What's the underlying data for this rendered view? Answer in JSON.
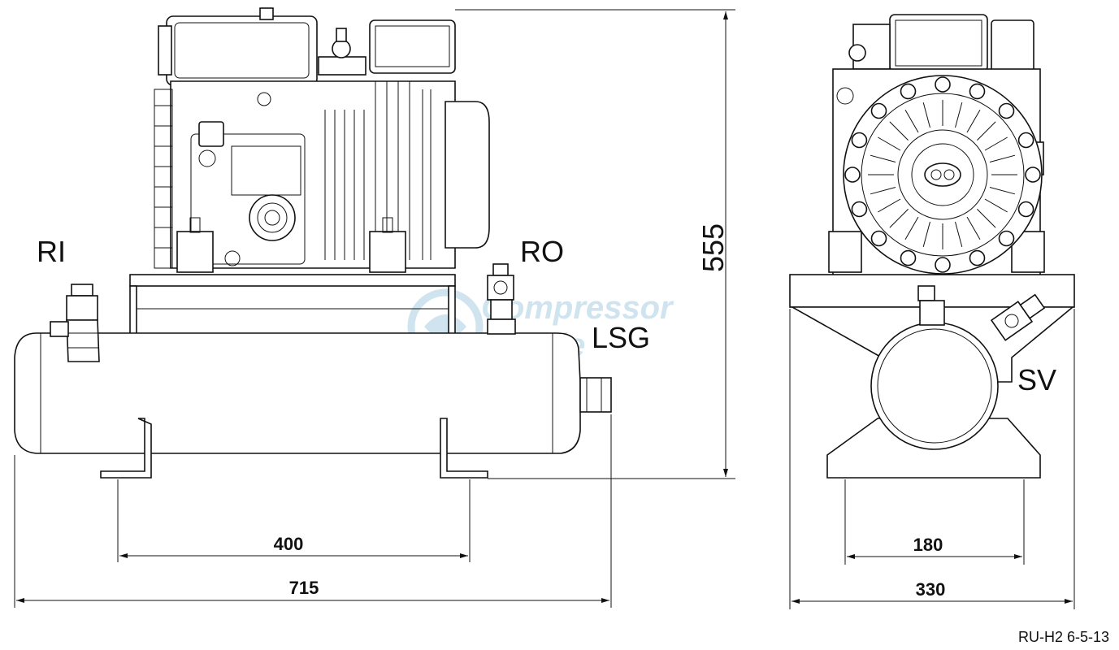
{
  "labels": {
    "ri": "RI",
    "ro": "RO",
    "lsg": "LSG",
    "sv": "SV"
  },
  "dimensions": {
    "height": "555",
    "foot_spacing": "400",
    "total_length": "715",
    "side_foot_spacing": "180",
    "side_width": "330"
  },
  "watermark": {
    "line1": "Compressor",
    "line2": "Trade"
  },
  "drawing_ref": "RU-H2 6-5-13",
  "colors": {
    "line": "#111111",
    "watermark": "#cfe4ef",
    "background": "#ffffff"
  }
}
